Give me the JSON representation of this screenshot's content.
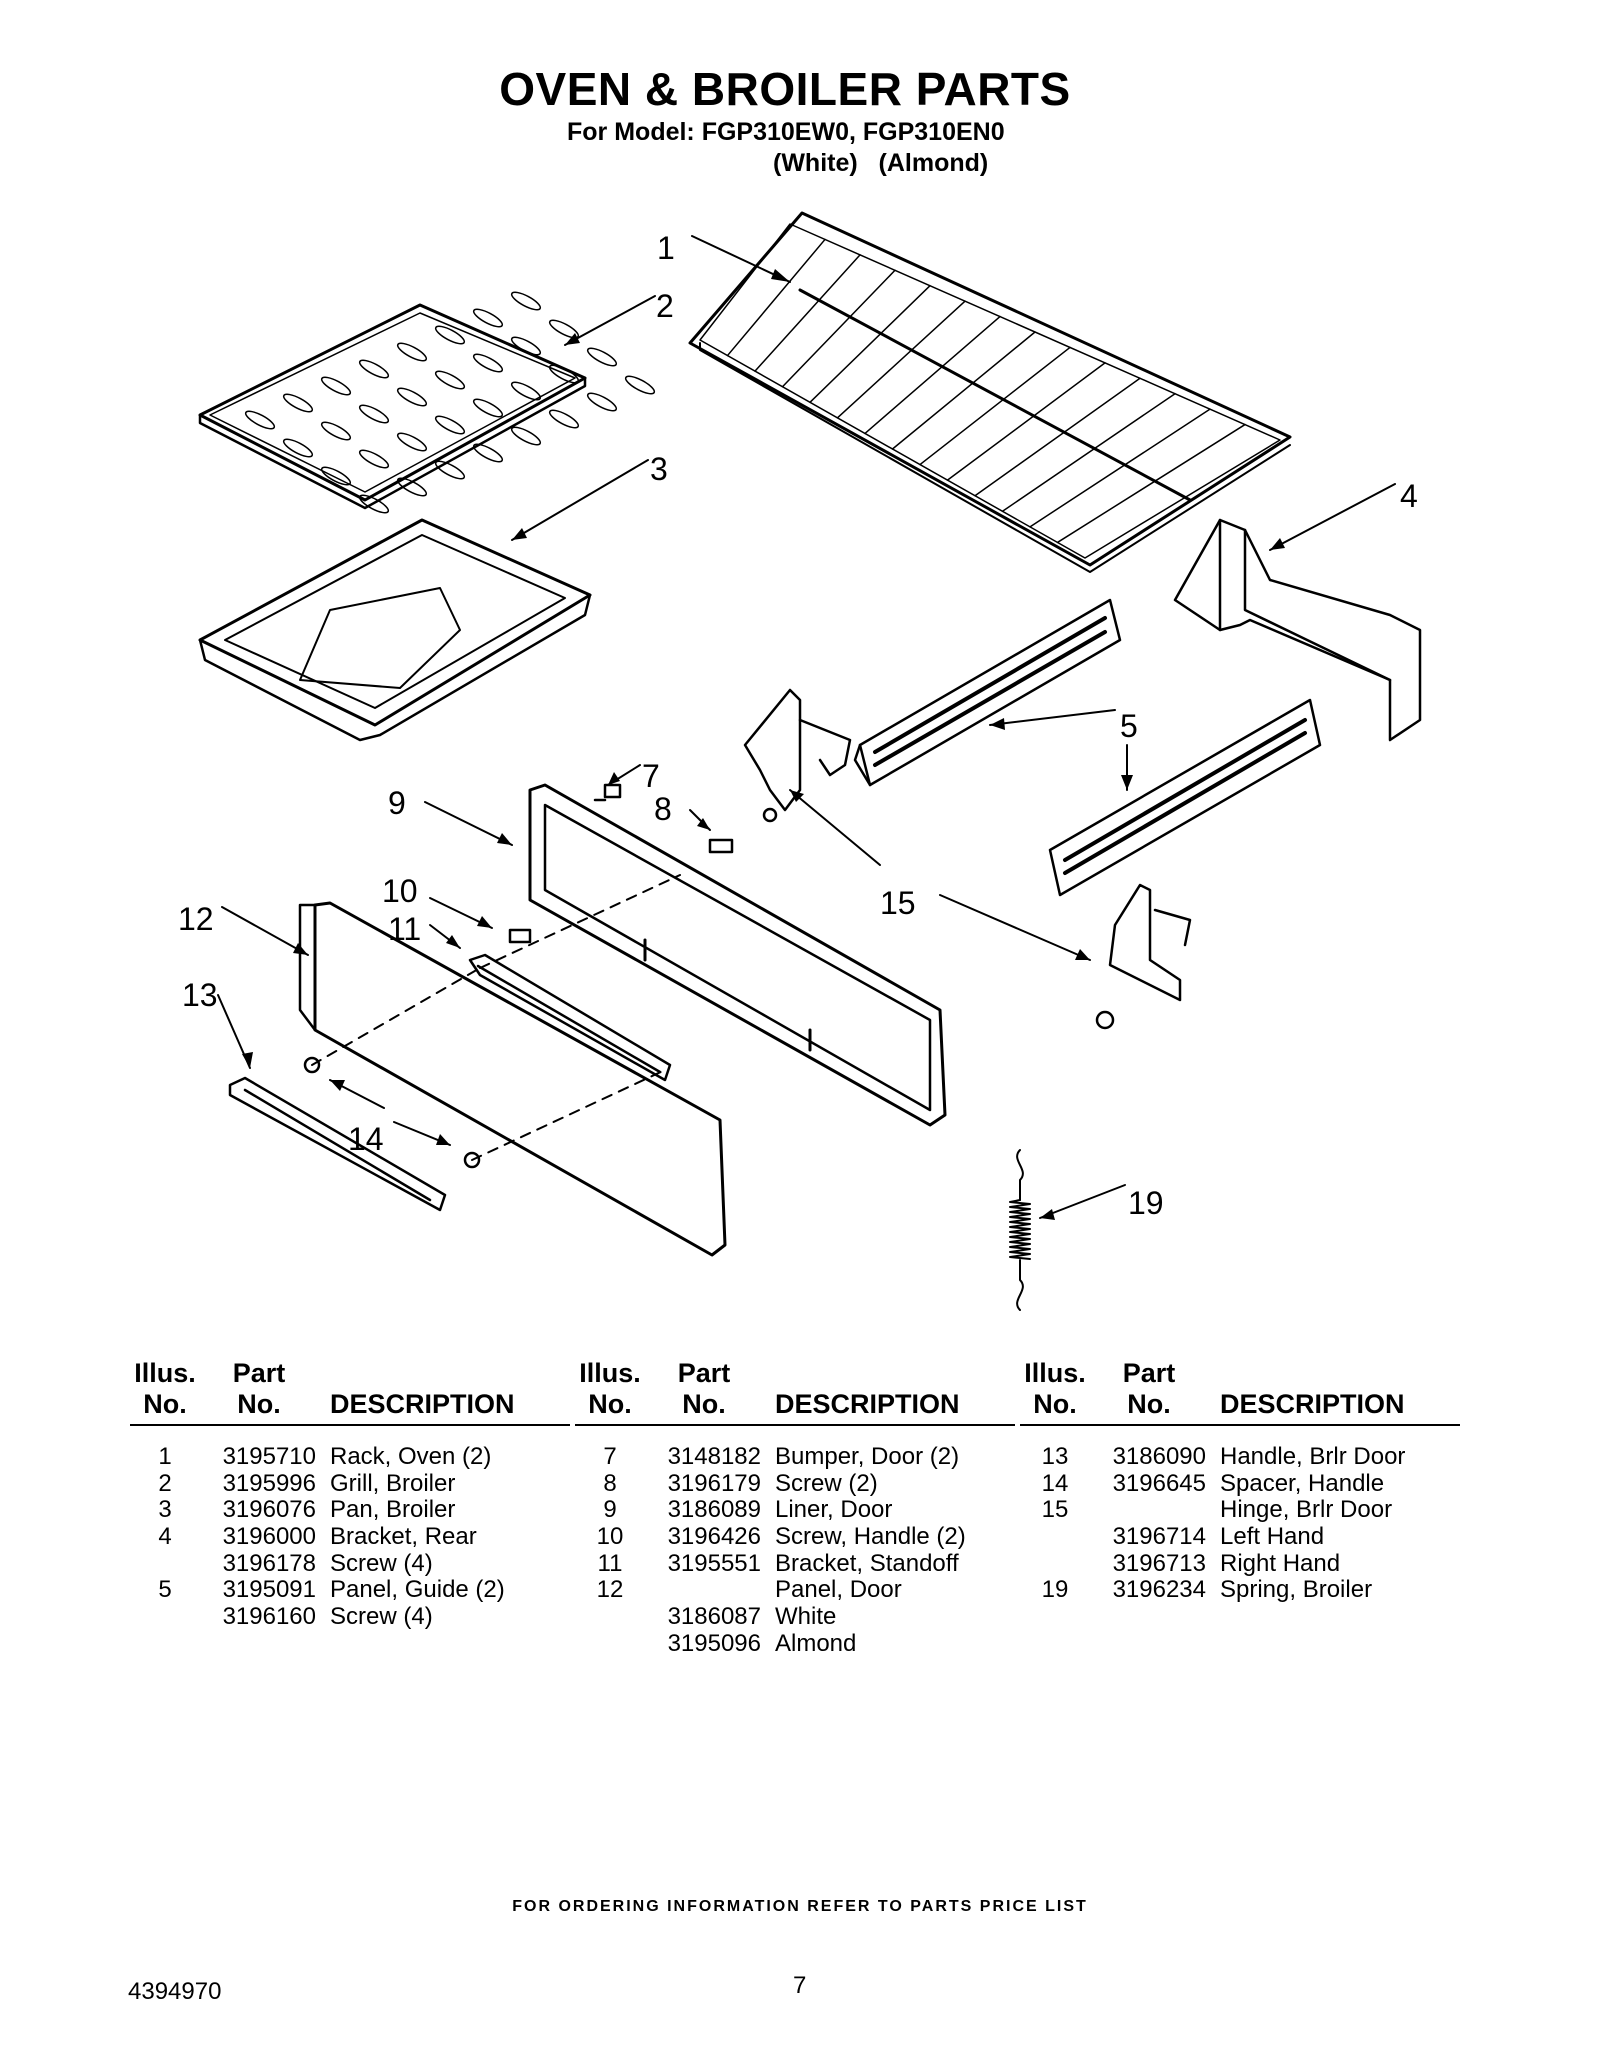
{
  "header": {
    "title": "OVEN & BROILER PARTS",
    "model_line": "For Model: FGP310EW0, FGP310EN0",
    "color_line": "(White)   (Almond)"
  },
  "diagram": {
    "callouts": [
      "1",
      "2",
      "3",
      "4",
      "5",
      "7",
      "8",
      "9",
      "10",
      "11",
      "12",
      "13",
      "14",
      "15",
      "19"
    ]
  },
  "table": {
    "col_headers": {
      "illus": "Illus.",
      "no": "No.",
      "part": "Part",
      "part_no": "No.",
      "description": "DESCRIPTION"
    },
    "columns": [
      [
        {
          "illus": "1",
          "part": "3195710",
          "desc": "Rack, Oven (2)"
        },
        {
          "illus": "2",
          "part": "3195996",
          "desc": "Grill, Broiler"
        },
        {
          "illus": "3",
          "part": "3196076",
          "desc": "Pan, Broiler"
        },
        {
          "illus": "4",
          "part": "3196000",
          "desc": "Bracket, Rear"
        },
        {
          "illus": "",
          "part": "3196178",
          "desc": "Screw (4)"
        },
        {
          "illus": "5",
          "part": "3195091",
          "desc": "Panel, Guide (2)"
        },
        {
          "illus": "",
          "part": "3196160",
          "desc": "Screw (4)"
        }
      ],
      [
        {
          "illus": "7",
          "part": "3148182",
          "desc": "Bumper, Door (2)"
        },
        {
          "illus": "8",
          "part": "3196179",
          "desc": "Screw (2)"
        },
        {
          "illus": "9",
          "part": "3186089",
          "desc": "Liner, Door"
        },
        {
          "illus": "10",
          "part": "3196426",
          "desc": "Screw, Handle (2)"
        },
        {
          "illus": "11",
          "part": "3195551",
          "desc": "Bracket, Standoff"
        },
        {
          "illus": "12",
          "part": "",
          "desc": "Panel, Door"
        },
        {
          "illus": "",
          "part": "3186087",
          "desc": "White"
        },
        {
          "illus": "",
          "part": "3195096",
          "desc": "Almond"
        }
      ],
      [
        {
          "illus": "13",
          "part": "3186090",
          "desc": "Handle, Brlr Door"
        },
        {
          "illus": "14",
          "part": "3196645",
          "desc": "Spacer, Handle"
        },
        {
          "illus": "15",
          "part": "",
          "desc": "Hinge, Brlr Door"
        },
        {
          "illus": "",
          "part": "3196714",
          "desc": "Left Hand"
        },
        {
          "illus": "",
          "part": "3196713",
          "desc": "Right Hand"
        },
        {
          "illus": "19",
          "part": "3196234",
          "desc": "Spring, Broiler"
        }
      ]
    ]
  },
  "footer": {
    "ordering_note": "FOR ORDERING INFORMATION REFER TO PARTS PRICE LIST",
    "doc_number": "4394970",
    "page_number": "7"
  }
}
